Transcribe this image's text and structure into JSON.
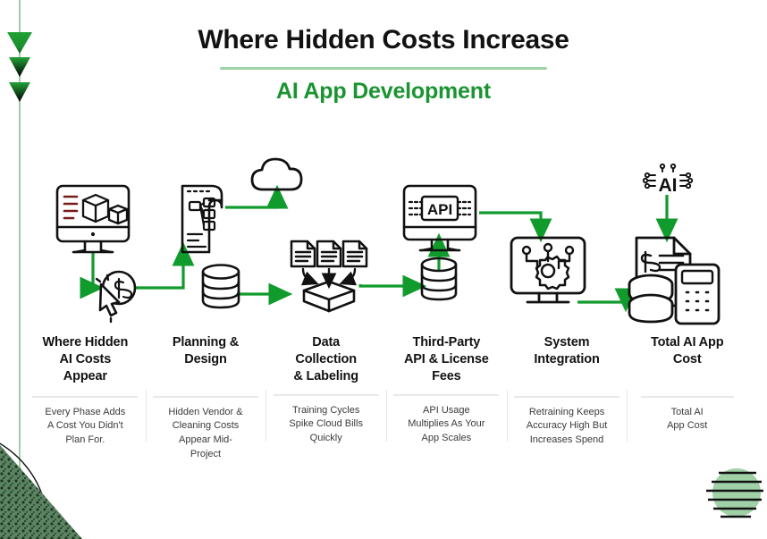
{
  "header": {
    "title": "Where Hidden Costs Increase",
    "subtitle": "AI App Development",
    "accent_color": "#1a9431",
    "rule_color": "#9ed3a7",
    "title_color": "#121212"
  },
  "flow": {
    "arrow_color": "#119b2d",
    "icon_stroke": "#111111",
    "direction": "left-to-right"
  },
  "stages": [
    {
      "heading": "Where Hidden\nAI Costs\nAppear",
      "heading_lines": [
        "Where Hidden",
        "AI Costs",
        "Appear"
      ],
      "body": "Every Phase Adds A Cost You Didn't Plan For.",
      "body_lines": [
        "Every Phase Adds",
        "A Cost You Didn't",
        "Plan For."
      ],
      "icons": [
        "monitor-boxes-icon",
        "cursor-dollar-coin-icon"
      ]
    },
    {
      "heading": "Planning & Design",
      "heading_lines": [
        "Planning &",
        "Design"
      ],
      "body": "Hidden Vendor & Cleaning Costs Appear Mid-Project",
      "body_lines": [
        "Hidden Vendor &",
        "Cleaning Costs",
        "Appear Mid-",
        "Project"
      ],
      "icons": [
        "blueprint-flowchart-icon",
        "cloud-icon",
        "database-cylinder-icon"
      ]
    },
    {
      "heading": "Data Collection & Labeling",
      "heading_lines": [
        "Data",
        "Collection",
        "& Labeling"
      ],
      "body": "Training Cycles Spike Cloud Bills Quickly",
      "body_lines": [
        "Training Cycles",
        "Spike Cloud Bills",
        "Quickly"
      ],
      "icons": [
        "documents-into-datablock-icon"
      ]
    },
    {
      "heading": "Third-Party API & License Fees",
      "heading_lines": [
        "Third-Party",
        "API & License",
        "Fees"
      ],
      "body": "API Usage Multiplies As Your App Scales",
      "body_lines": [
        "API Usage",
        "Multiplies As Your",
        "App Scales"
      ],
      "icons": [
        "api-monitor-icon",
        "database-cylinder-icon"
      ],
      "icon_text": "API"
    },
    {
      "heading": "System Integration",
      "heading_lines": [
        "System",
        "Integration"
      ],
      "body": "Retraining Keeps Accuracy High But Increases Spend",
      "body_lines": [
        "Retraining Keeps",
        "Accuracy High But",
        "Increases Spend"
      ],
      "icons": [
        "monitor-gear-circuit-icon"
      ]
    },
    {
      "heading": "Total AI App Cost",
      "heading_lines": [
        "Total AI App",
        "Cost"
      ],
      "body": "Total AI App Cost",
      "body_lines": [
        "Total AI",
        "App Cost"
      ],
      "icons": [
        "ai-circuit-logo-icon",
        "invoice-dollar-icon",
        "calculator-icon",
        "coin-stack-icon"
      ],
      "icon_text": "AI"
    }
  ],
  "decorations": {
    "triangles": {
      "name": "gradient-triangles",
      "count": 3,
      "top_color": "#1f9d33",
      "bottom_color": "#000000"
    },
    "vertical_line": {
      "name": "left-vertical-line",
      "color": "#9fd0a6"
    },
    "bottom_left": {
      "name": "textured-triangle-arcs",
      "color": "#4c7a56"
    },
    "bottom_right": {
      "name": "striped-circle",
      "color": "#9fd0a6"
    },
    "watermark": {
      "name": "corner-watermark",
      "text": ""
    }
  }
}
